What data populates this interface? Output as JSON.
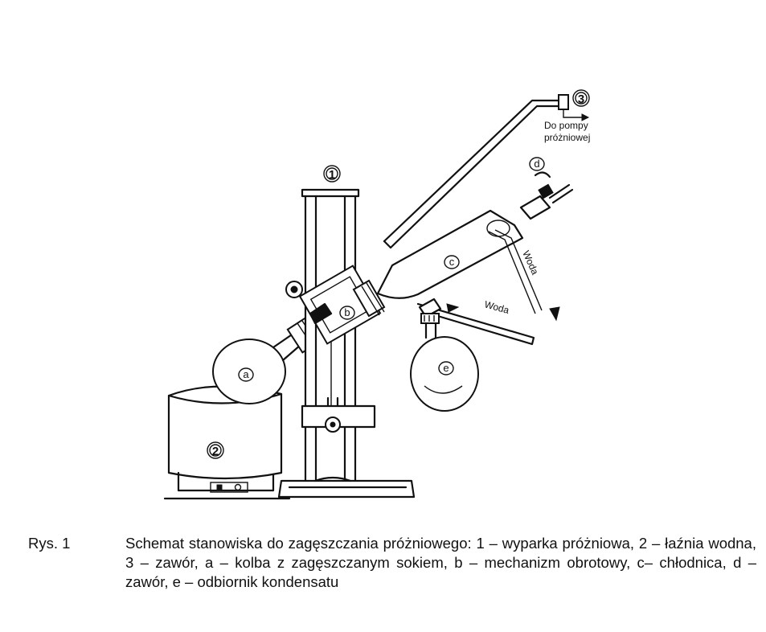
{
  "labels": {
    "evaporator": "1",
    "bath": "2",
    "valve_top": "3",
    "flask_a": "a",
    "rotation_b": "b",
    "cooler_c": "c",
    "valve_d": "d",
    "receiver_e": "e",
    "pump_line1": "Do pompy",
    "pump_line2": "próżniowej",
    "water_1": "Woda",
    "water_2": "Woda"
  },
  "caption": {
    "prefix": "Rys. 1",
    "text": "Schemat stanowiska do zagęszczania próżniowego:  1 – wyparka próżniowa, 2 – łaźnia wodna, 3 – zawór, a – kolba z zagęszczanym sokiem, b – mechanizm obrotowy, c– chłodnica, d – zawór, e – odbiornik kondensatu"
  }
}
